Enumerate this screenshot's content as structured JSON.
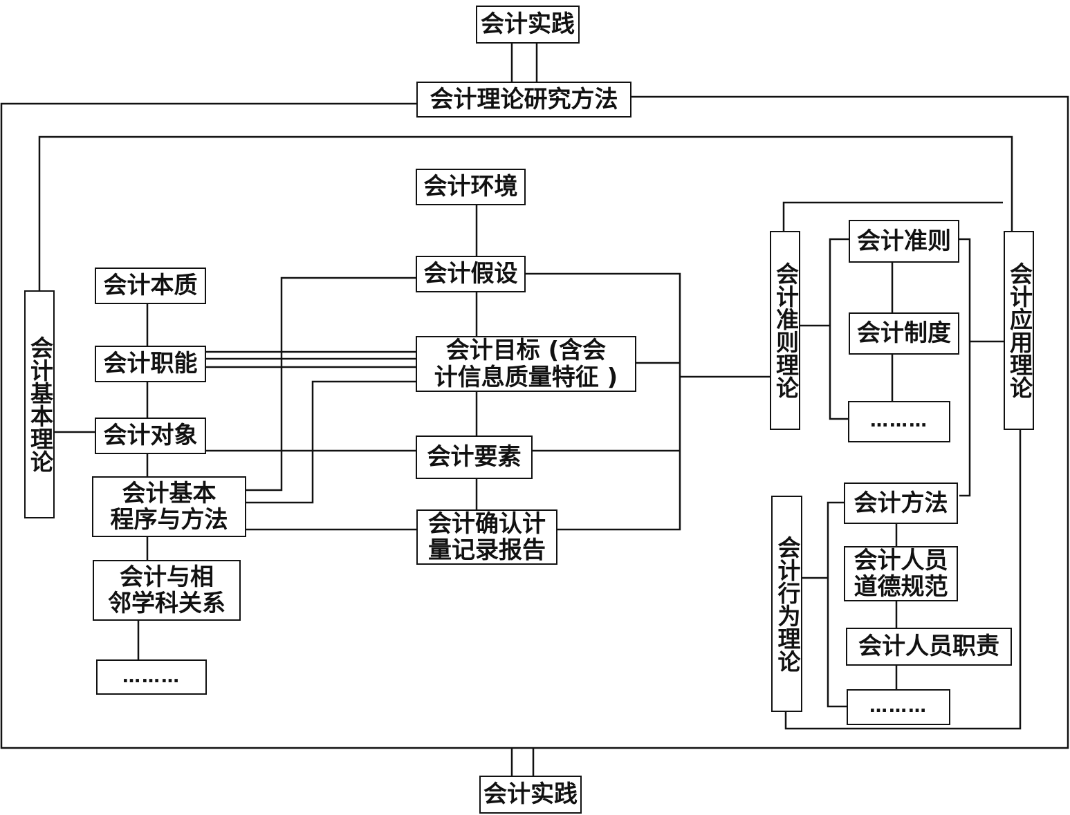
{
  "nodes": {
    "practice_top": "会计实践",
    "research_method": "会计理论研究方法",
    "practice_bottom": "会计实践",
    "environment": "会计环境",
    "assumption": "会计假设",
    "objective_l1": "会计目标 (含会",
    "objective_l2": "计信息质量特征 )",
    "elements": "会计要素",
    "recognition_l1": "会计确认计",
    "recognition_l2": "量记录报告",
    "essence": "会计本质",
    "function": "会计职能",
    "object": "会计对象",
    "procedure_l1": "会计基本",
    "procedure_l2": "程序与方法",
    "neighbor_l1": "会计与相",
    "neighbor_l2": "邻学科关系",
    "left_more": "………",
    "basic_theory": "会计基本理论",
    "standards_theory": "会计准则理论",
    "applied_theory": "会计应用理论",
    "behavior_theory": "会计行为理论",
    "standards": "会计准则",
    "system": "会计制度",
    "standards_more": "………",
    "method": "会计方法",
    "ethics_l1": "会计人员",
    "ethics_l2": "道德规范",
    "duties": "会计人员职责",
    "behavior_more": "………"
  }
}
